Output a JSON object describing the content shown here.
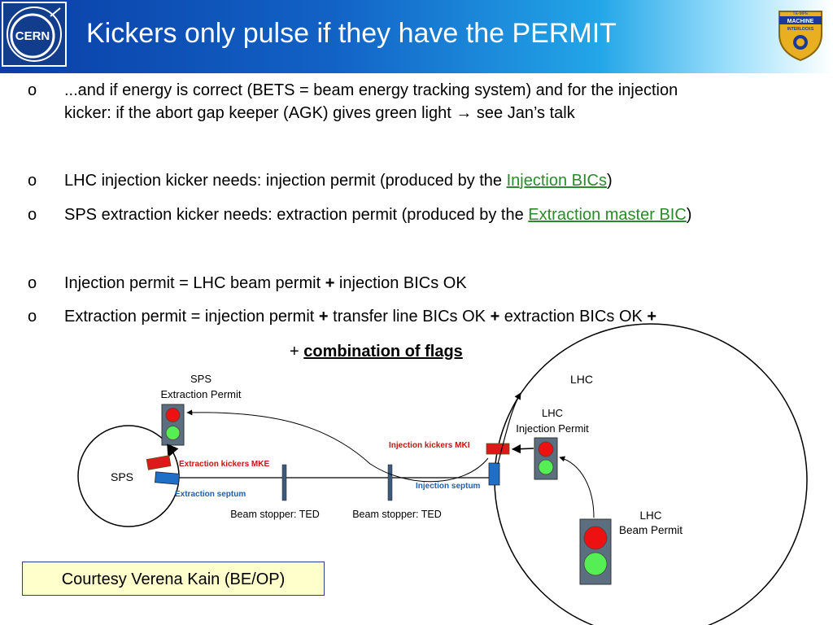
{
  "header": {
    "title": "Kickers only pulse if they have the PERMIT",
    "logo": "CERN",
    "badge_lines": [
      "TE-MPE",
      "MACHINE",
      "INTERLOCKS"
    ]
  },
  "bullets": [
    {
      "marker": "o",
      "lines": [
        "...and if energy is correct (BETS = beam energy tracking system) and for the injection",
        "kicker: if the abort gap keeper (AGK) gives green light → see Jan’s talk"
      ]
    },
    {
      "marker": "o",
      "pre": "LHC injection kicker needs: injection permit (produced by the ",
      "highlight": "Injection BICs",
      "post": ")"
    },
    {
      "marker": "o",
      "pre": "SPS extraction kicker needs: extraction permit (produced by the ",
      "highlight": "Extraction master BIC",
      "post": ")"
    },
    {
      "marker": "o",
      "pre": "Injection permit = LHC beam permit ",
      "op": "+",
      "post": " injection BICs OK"
    },
    {
      "marker": "o",
      "parts": [
        "Extraction permit = injection permit ",
        "+",
        " transfer line BICs OK ",
        "+",
        " extraction BICs OK ",
        "+"
      ]
    },
    {
      "pre": "+ ",
      "bold": "combination of flags"
    }
  ],
  "diagram": {
    "sps_permit": [
      "SPS",
      "Extraction Permit"
    ],
    "sps_ring": "SPS",
    "lhc_ring": "LHC",
    "lhc_inj_permit": [
      "LHC",
      "Injection Permit"
    ],
    "lhc_beam_permit": [
      "LHC",
      "Beam Permit"
    ],
    "extraction_kickers": "Extraction kickers MKE",
    "extraction_septum": "Extraction septum",
    "injection_kickers": "Injection kickers MKI",
    "injection_septum": "Injection septum",
    "beam_stopper_1": "Beam stopper: TED",
    "beam_stopper_2": "Beam stopper: TED"
  },
  "courtesy": "Courtesy Verena Kain (BE/OP)",
  "colors": {
    "header_blue": "#0a3fa6",
    "highlight_green": "#2b8a2b",
    "kicker_red": "#dd1a1a",
    "septum_blue": "#1f6fc7",
    "light_red": "#ee1111",
    "light_green": "#55ee55",
    "light_housing": "#5c6f80"
  }
}
